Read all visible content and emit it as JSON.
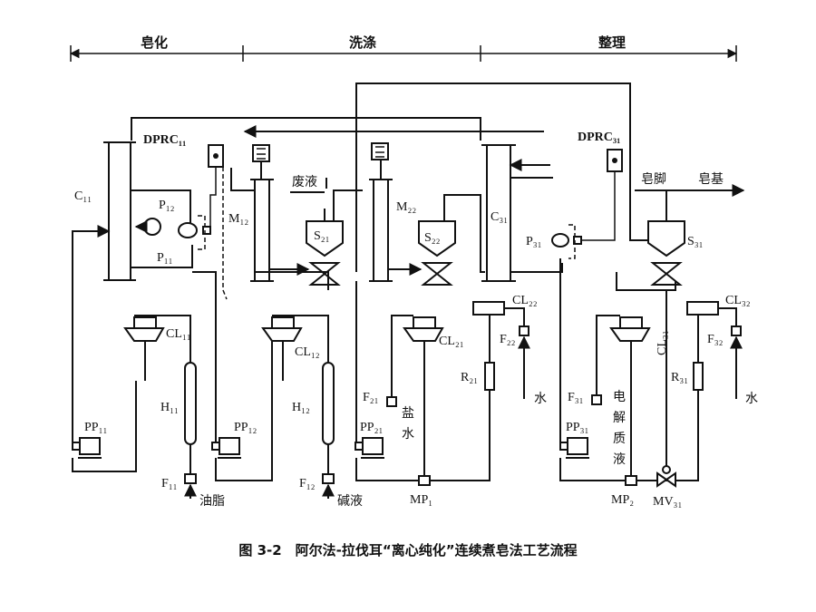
{
  "sections": [
    "皂化",
    "洗涤",
    "整理"
  ],
  "labels": {
    "c11": "C₁₁",
    "dprc11": "DPRC₁₁",
    "p12": "P₁₂",
    "p11": "P₁₁",
    "m12": "M₁₂",
    "s21": "S₂₁",
    "feiye": "废液",
    "m22": "M₂₂",
    "s22": "S₂₂",
    "c31": "C₃₁",
    "p31": "P₃₁",
    "dprc31": "DPRC₃₁",
    "zaojiao": "皂脚",
    "zaoji": "皂基",
    "s31": "S₃₁",
    "cl11": "CL₁₁",
    "h11": "H₁₁",
    "pp11": "PP₁₁",
    "pp12": "PP₁₂",
    "f11": "F₁₁",
    "youzhi": "油脂",
    "cl12": "CL₁₂",
    "h12": "H₁₂",
    "f12": "F₁₂",
    "jianye": "碱液",
    "cl21": "CL₂₁",
    "f21": "F₂₁",
    "pp21": "PP₂₁",
    "yan": "盐",
    "shui_salt": "水",
    "mp1": "MP₁",
    "cl22": "CL₂₂",
    "f22": "F₂₂",
    "r21": "R₂₁",
    "shui1": "水",
    "cl31": "CL₃₁",
    "f31": "F₃₁",
    "pp31": "PP₃₁",
    "dian": "电",
    "jie": "解",
    "zhi": "质",
    "ye": "液",
    "mp2": "MP₂",
    "mv31": "MV₃₁",
    "cl32": "CL₃₂",
    "f32": "F₃₂",
    "r31": "R₃₁",
    "shui2": "水"
  },
  "caption": "图 3-2　阿尔法-拉伐耳“离心纯化”连续煮皂法工艺流程"
}
